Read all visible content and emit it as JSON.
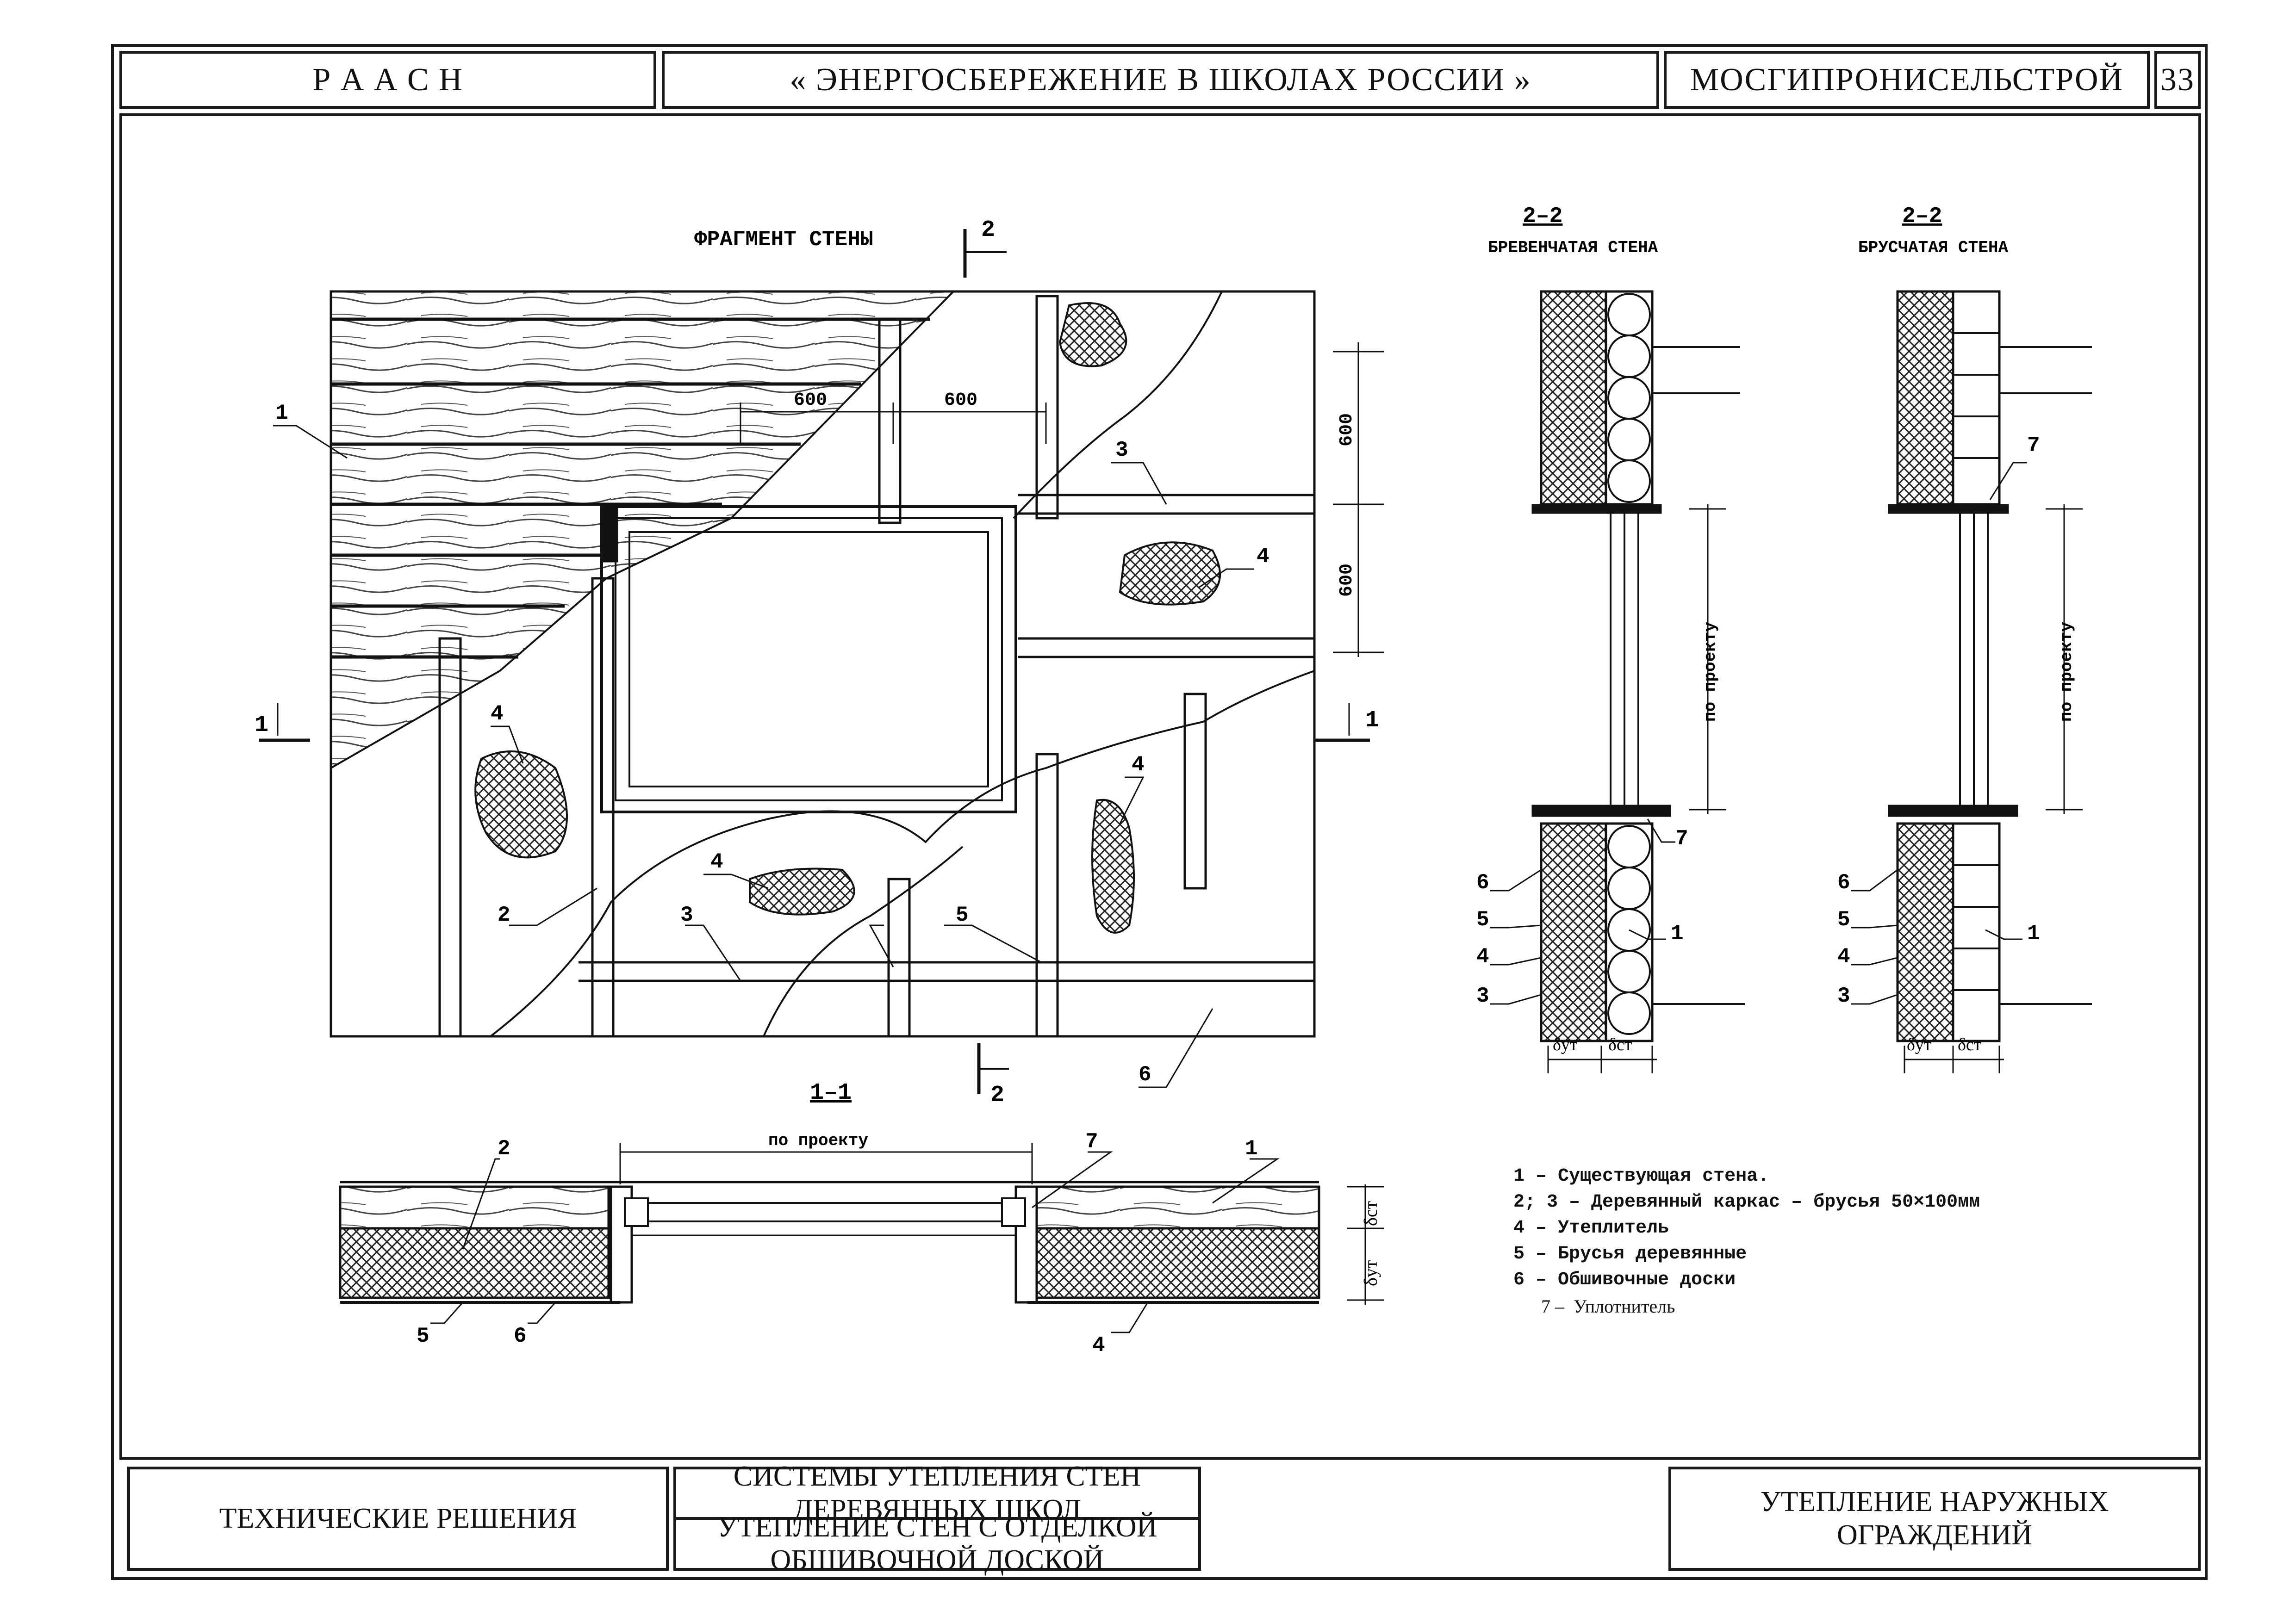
{
  "header": {
    "org": "Р А А С Н",
    "title": "« ЭНЕРГОСБЕРЕЖЕНИЕ В ШКОЛАХ РОССИИ »",
    "institute": "МОСГИПРОНИСЕЛЬСТРОЙ",
    "page": "33"
  },
  "drawing": {
    "fragment_title": "ФРАГМЕНТ  СТЕНЫ",
    "section_11": "1–1",
    "section_22": "2–2",
    "log_wall": "БРЕВЕНЧАТАЯ СТЕНА",
    "beam_wall": "БРУСЧАТАЯ СТЕНА",
    "dim_600": "600",
    "by_project": "по проекту",
    "d_ut": "δут",
    "d_st": "δст",
    "cut_1": "1",
    "cut_2": "2",
    "n1": "1",
    "n2": "2",
    "n3": "3",
    "n4": "4",
    "n5": "5",
    "n6": "6",
    "n7": "7"
  },
  "legend": {
    "items": [
      "1 – Существующая стена.",
      "2; 3 – Деревянный каркас – брусья 50×100мм",
      "4 – Утеплитель",
      "5 – Брусья деревянные",
      "6 – Обшивочные доски",
      "7 –  Уплотнитель"
    ]
  },
  "footer": {
    "left": "ТЕХНИЧЕСКИЕ РЕШЕНИЯ",
    "middle_top": "СИСТЕМЫ УТЕПЛЕНИЯ СТЕН ДЕРЕВЯННЫХ ШКОЛ",
    "middle_bottom": "УТЕПЛЕНИЕ СТЕН С ОТДЕЛКОЙ ОБШИВОЧНОЙ ДОСКОЙ",
    "right": "УТЕПЛЕНИЕ НАРУЖНЫХ ОГРАЖДЕНИЙ"
  }
}
